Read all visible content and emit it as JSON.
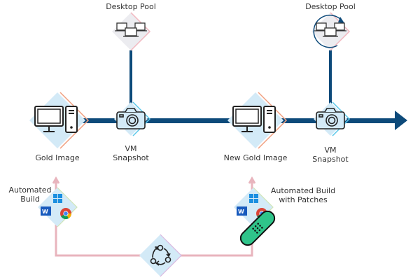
{
  "labels": {
    "pool_1": "Desktop Pool",
    "pool_2": "Desktop Pool",
    "gold_image": "Gold Image",
    "snapshot_1_line1": "VM",
    "snapshot_1_line2": "Snapshot",
    "new_gold_image": "New Gold Image",
    "snapshot_2_line1": "VM",
    "snapshot_2_line2": "Snapshot",
    "build_1_line1": "Automated",
    "build_1_line2": "Build",
    "build_2_line1": "Automated Build",
    "build_2_line2": "with Patches"
  },
  "colors": {
    "main_line": "#0d4a7a",
    "feedback_line": "#e8b4bd",
    "diamond_fill": "#d3eaf7",
    "pool_fill": "#ececf0",
    "accent_orange": "#f0a080",
    "accent_cyan": "#5bc8ea",
    "bandage": "#2fc48a"
  }
}
